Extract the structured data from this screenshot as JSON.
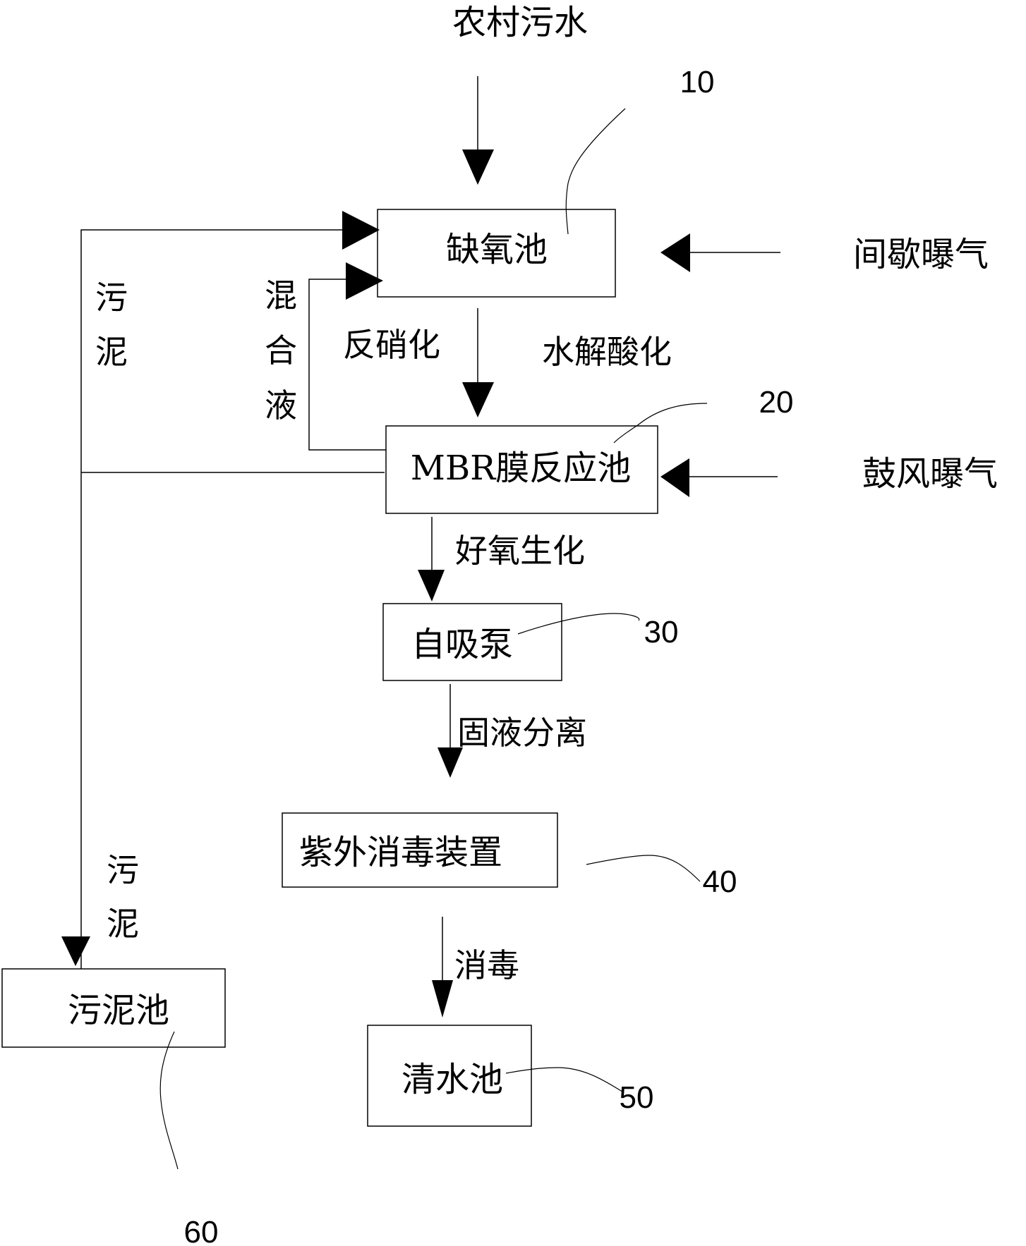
{
  "diagram": {
    "type": "process-flow",
    "input": "农村污水",
    "units": [
      {
        "id": "anoxic",
        "label": "缺氧池",
        "ref": "10"
      },
      {
        "id": "mbr",
        "label": "MBR膜反应池",
        "ref": "20"
      },
      {
        "id": "pump",
        "label": "自吸泵",
        "ref": "30"
      },
      {
        "id": "uv",
        "label": "紫外消毒装置",
        "ref": "40"
      },
      {
        "id": "clearwater",
        "label": "清水池",
        "ref": "50"
      },
      {
        "id": "sludge",
        "label": "污泥池",
        "ref": "60"
      }
    ],
    "side_inputs": {
      "intermittent_aeration": "间歇曝气",
      "blower_aeration": "鼓风曝气"
    },
    "flow_labels": {
      "denitrification": "反硝化",
      "hydrolysis_acidification": "水解酸化",
      "aerobic_biochem": "好氧生化",
      "solid_liquid_separation": "固液分离",
      "disinfection": "消毒",
      "mixed_liquor": [
        "混",
        "合",
        "液"
      ],
      "sludge_return": [
        "污",
        "泥"
      ],
      "sludge_out": [
        "污",
        "泥"
      ]
    },
    "edges": [
      {
        "from": "input",
        "to": "anoxic"
      },
      {
        "from": "intermittent_aeration",
        "to": "anoxic"
      },
      {
        "from": "anoxic",
        "to": "mbr"
      },
      {
        "from": "blower_aeration",
        "to": "mbr"
      },
      {
        "from": "mbr",
        "to": "anoxic",
        "label": "混合液"
      },
      {
        "from": "mbr",
        "to": "anoxic",
        "label": "污泥"
      },
      {
        "from": "mbr",
        "to": "sludge",
        "label": "污泥"
      },
      {
        "from": "mbr",
        "to": "pump"
      },
      {
        "from": "pump",
        "to": "uv"
      },
      {
        "from": "uv",
        "to": "clearwater"
      }
    ]
  }
}
